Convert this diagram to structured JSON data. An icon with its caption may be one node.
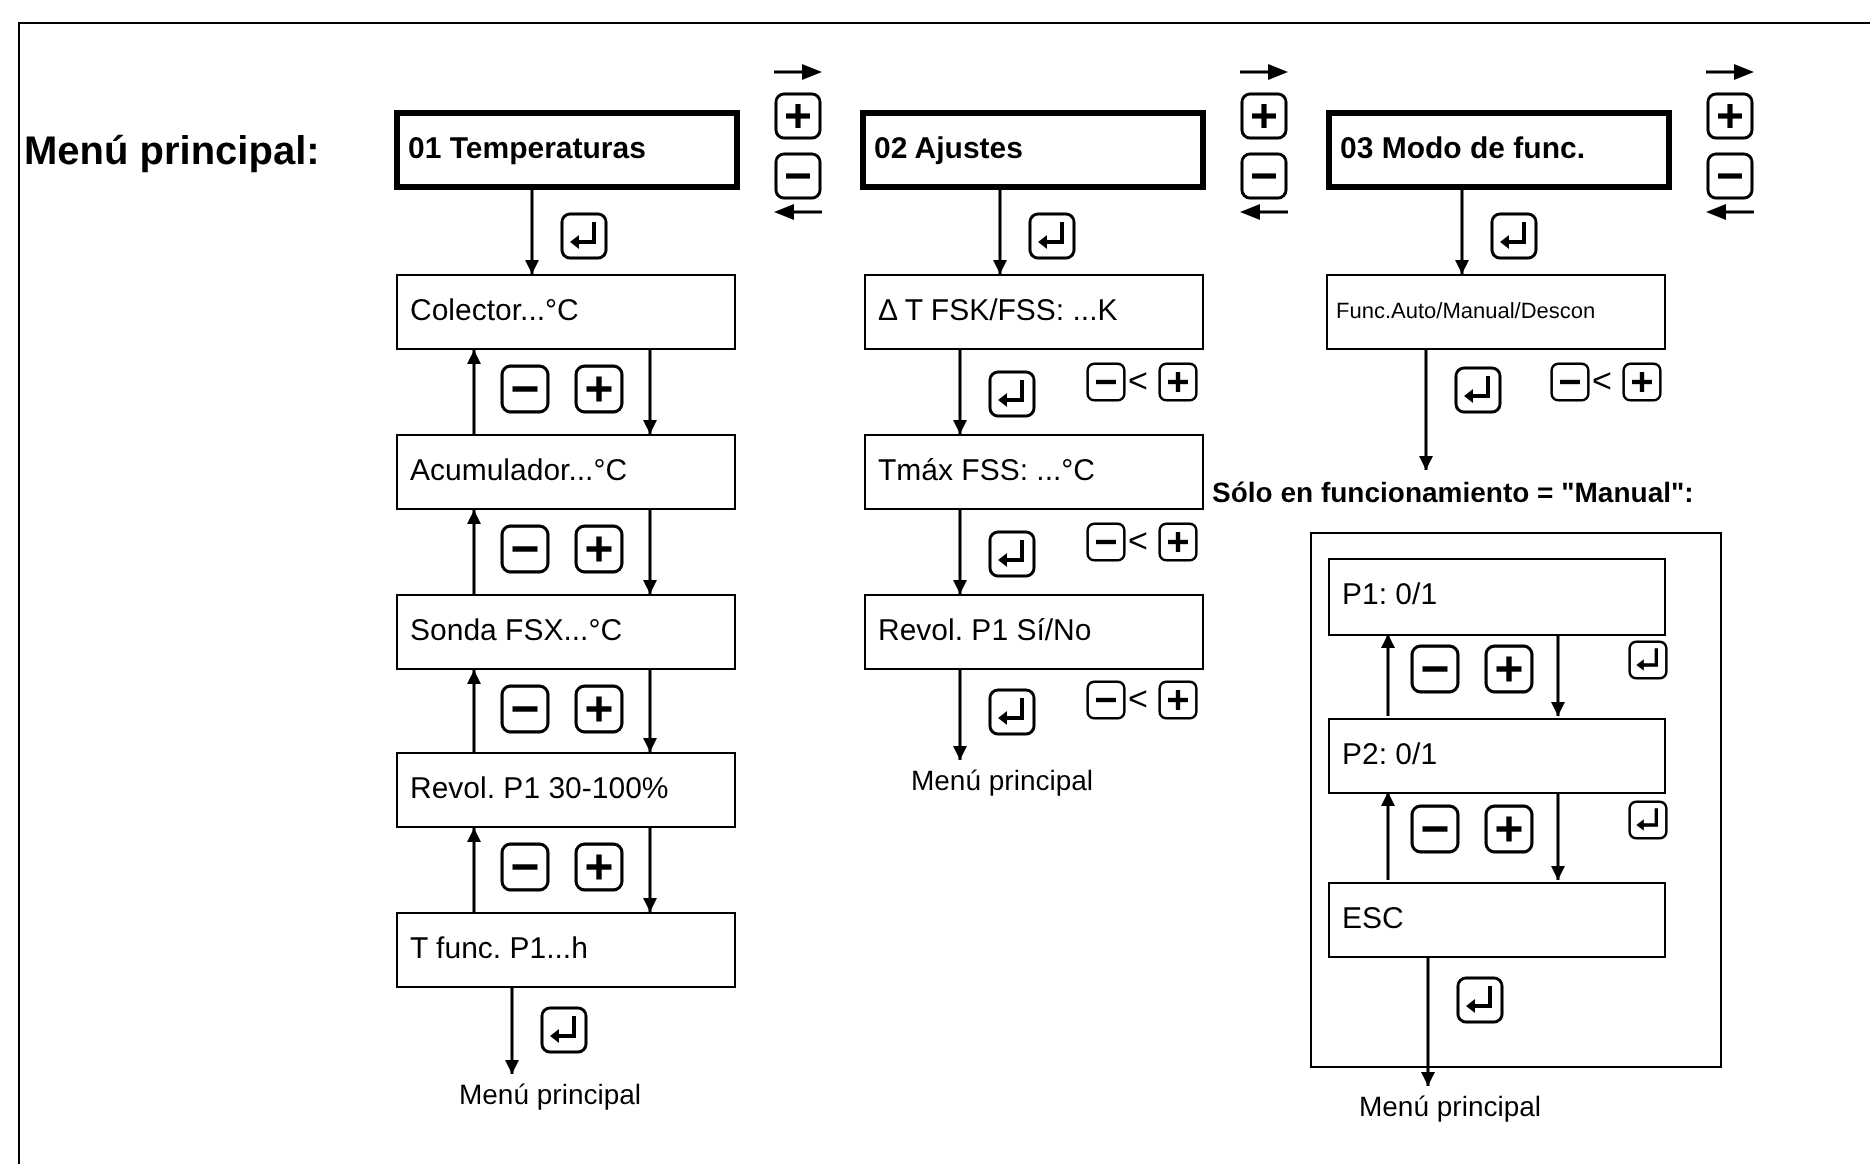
{
  "diagram": {
    "title": "Menú principal:",
    "nodes": [
      {
        "text": [
          "01 Temperaturas"
        ]
      },
      {
        "text": [
          "02 Ajustes"
        ]
      },
      {
        "text": [
          "03 Modo de func."
        ]
      },
      {
        "text": [
          "Colector...°C"
        ]
      },
      {
        "text": [
          "Acumulador...°C"
        ]
      },
      {
        "text": [
          "Sonda FSX...°C"
        ]
      },
      {
        "text": [
          "Revol. P1 30-100%"
        ]
      },
      {
        "text": [
          "T func. P1...h"
        ]
      },
      {
        "text": [
          "Δ T  FSK/FSS: ...K"
        ]
      },
      {
        "text": [
          "Tmáx FSS: ...°C"
        ]
      },
      {
        "text": [
          "Revol. P1 Sí/No"
        ]
      },
      {
        "text": [
          "Func.Auto/Manual/Descon"
        ]
      },
      {
        "text": [
          "Sólo en funcionamiento = \"Manual\":"
        ]
      },
      {
        "text": [],
        "shape": "box"
      },
      {
        "text": [
          "P1: 0/1"
        ],
        "in": 13
      },
      {
        "text": [
          "P2: 0/1"
        ],
        "in": 13
      },
      {
        "text": [
          "ESC"
        ],
        "in": 13
      },
      {
        "text": [
          "Menú principal"
        ]
      },
      {
        "text": [
          "Menú principal"
        ]
      },
      {
        "text": [
          "Menú principal"
        ]
      }
    ],
    "edges": [
      {
        "from": 0,
        "to": 3,
        "arrow": "to"
      },
      {
        "from": 4,
        "to": 3,
        "arrow": "to"
      },
      {
        "from": 3,
        "to": 4,
        "arrow": "to"
      },
      {
        "from": 5,
        "to": 4,
        "arrow": "to"
      },
      {
        "from": 4,
        "to": 5,
        "arrow": "to"
      },
      {
        "from": 6,
        "to": 5,
        "arrow": "to"
      },
      {
        "from": 5,
        "to": 6,
        "arrow": "to"
      },
      {
        "from": 7,
        "to": 6,
        "arrow": "to"
      },
      {
        "from": 6,
        "to": 7,
        "arrow": "to"
      },
      {
        "from": 7,
        "to": 17,
        "arrow": "to"
      },
      {
        "from": 1,
        "to": 8,
        "arrow": "to"
      },
      {
        "from": 8,
        "to": 9,
        "arrow": "to"
      },
      {
        "from": 9,
        "to": 10,
        "arrow": "to"
      },
      {
        "from": 10,
        "to": 18,
        "arrow": "to"
      },
      {
        "from": 2,
        "to": 11,
        "arrow": "to"
      },
      {
        "from": 11,
        "to": 12,
        "arrow": "to"
      },
      {
        "from": 15,
        "to": 14,
        "arrow": "to"
      },
      {
        "from": 14,
        "to": 15,
        "arrow": "to"
      },
      {
        "from": 16,
        "to": 15,
        "arrow": "to"
      },
      {
        "from": 15,
        "to": 16,
        "arrow": "to"
      },
      {
        "from": 16,
        "to": 19,
        "arrow": "to"
      }
    ],
    "labels": [
      "<",
      "<",
      "<",
      "<"
    ]
  }
}
